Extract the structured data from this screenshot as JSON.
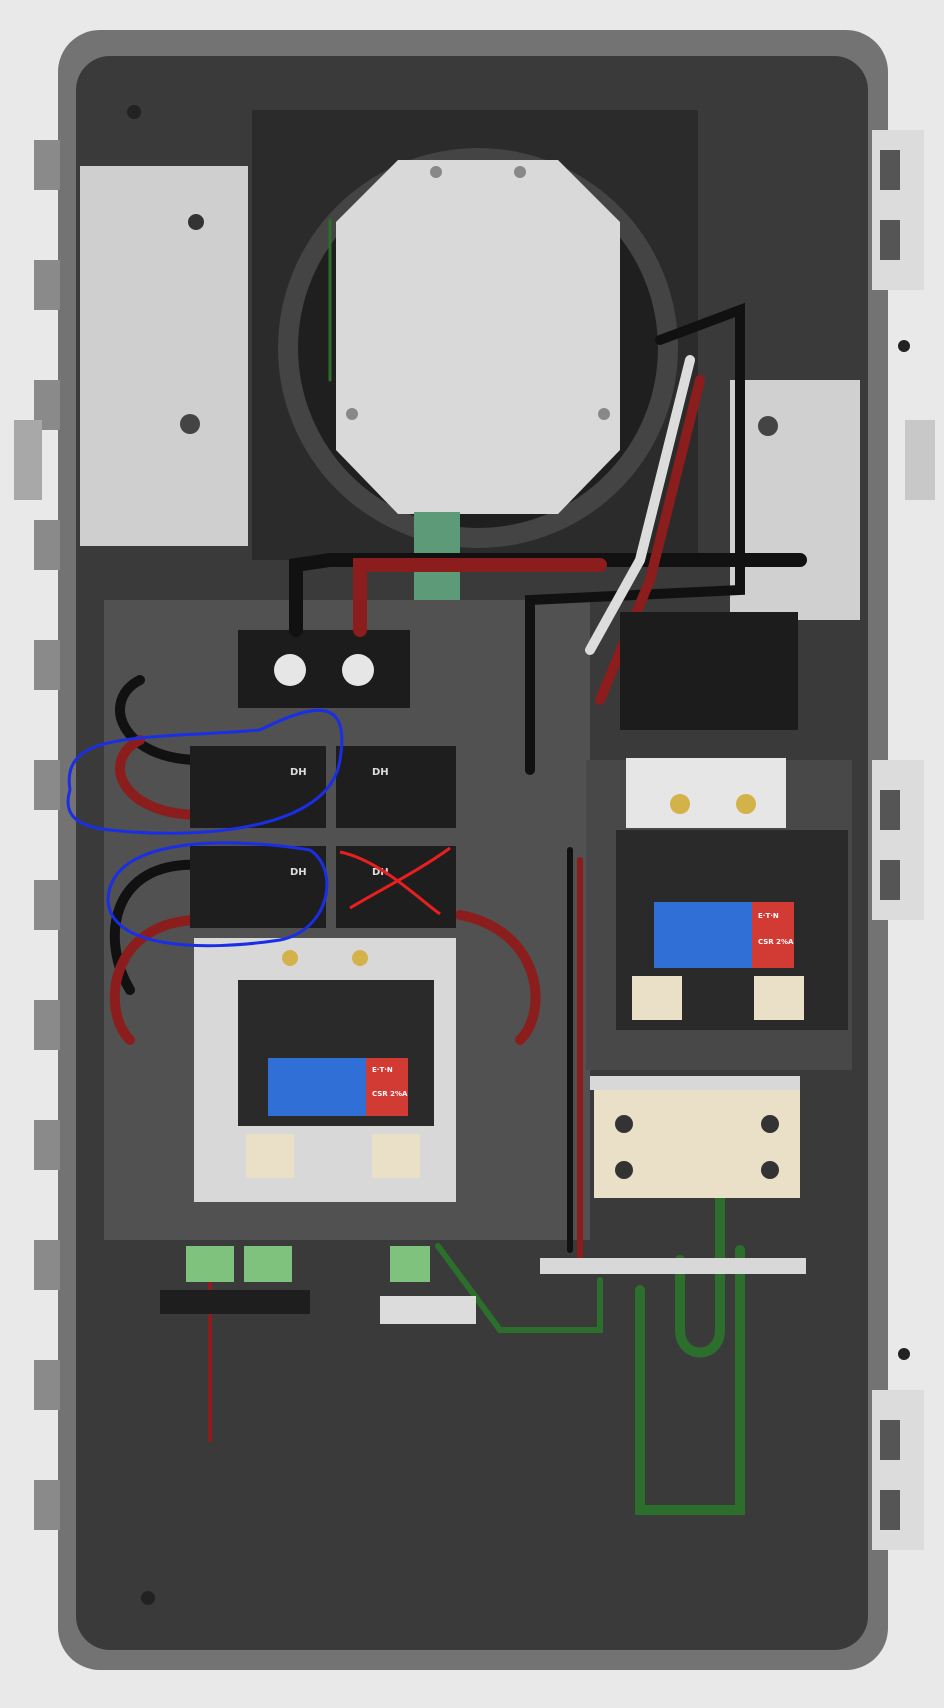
{
  "meter_main": {
    "brand": "E·T·N",
    "model": "CSR 2%A",
    "color": "#2f6fd6",
    "accent": "#d23a34"
  },
  "disconnect_main": {
    "brand": "E·T·N",
    "model": "CSR 2%A",
    "color": "#2f6fd6",
    "accent": "#d23a34"
  },
  "breakers": {
    "row1_left": "DH",
    "row1_right": "DH",
    "row2_left": "DH",
    "row2_right": "DH"
  },
  "colors": {
    "enclosure": "#6e6e6e",
    "interior": "#3c3c3c",
    "plate": "#c9c9c9",
    "blue_annotation": "#1a2ee6",
    "red_annotation": "#e81f1f",
    "wire_red": "#8c1d1d",
    "wire_green": "#2c6e2c",
    "wire_white": "#dcdcdc"
  },
  "icons": [
    "ground-screw-icon",
    "terminal-lug-icon",
    "breaker-icon",
    "bus-bar-icon"
  ]
}
